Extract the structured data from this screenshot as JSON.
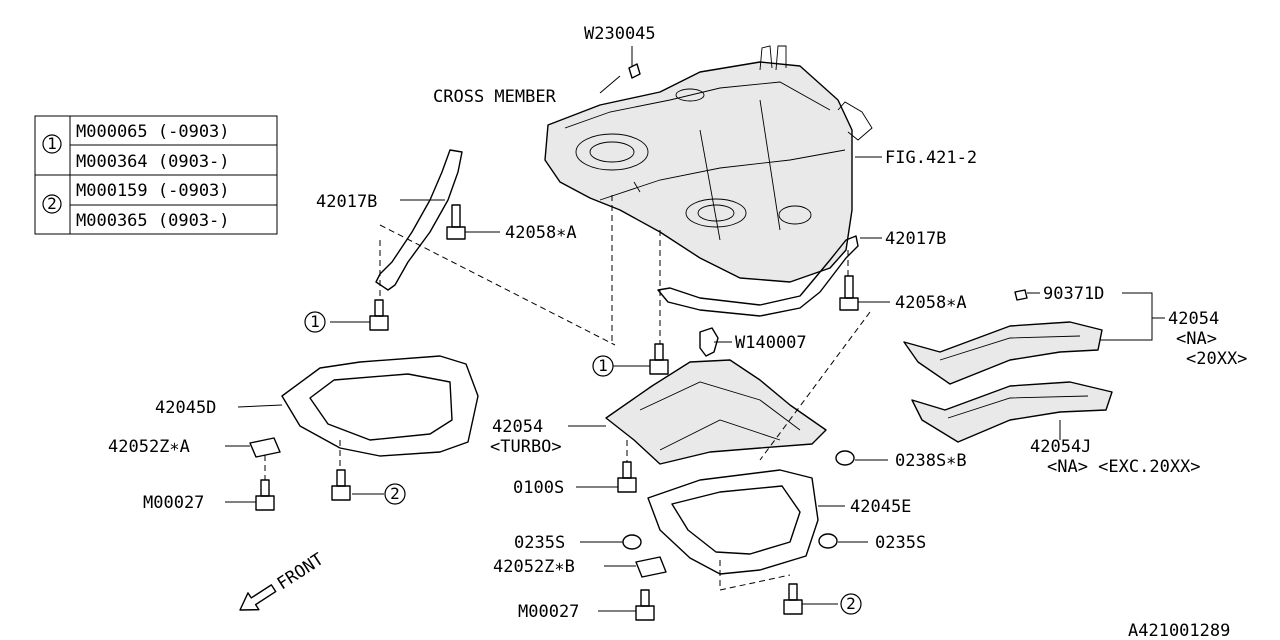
{
  "callout_legend": [
    {
      "num": "1",
      "rows": [
        "M000065 (-0903)",
        "M000364 (0903-)"
      ]
    },
    {
      "num": "2",
      "rows": [
        "M000159 (-0903)",
        "M000365 (0903-)"
      ]
    }
  ],
  "labels": {
    "w230045": "W230045",
    "cross_member": "CRΟSS MEMBER",
    "fig_421_2": "FIG.421-2",
    "p42017b_left": "42017B",
    "p42058a_left": "42058∗A",
    "p42017b_right": "42017B",
    "p42058a_right": "42058∗A",
    "p90371d": "90371D",
    "p42054_na": "42054",
    "na1": "<NA>",
    "yr20xx": "<20XX>",
    "w140007": "W140007",
    "p42045d": "42045D",
    "p42052za": "42052Z∗A",
    "m00027_left": "M00027",
    "p42054_turbo": "42054",
    "turbo": "<TURBΟ>",
    "p0238sb": "0238S∗B",
    "p0100s": "0100S",
    "p42045e": "42045E",
    "p0235s_left": "0235S",
    "p0235s_right": "0235S",
    "p42052zb": "42052Z∗B",
    "m00027_bottom": "M00027",
    "p42054j": "42054J",
    "na_exc": "<NA> <EXC.20XX>",
    "front": "FRONT",
    "diagram_id": "A421001289"
  },
  "callouts": {
    "c1_left": "1",
    "c1_mid": "1",
    "c2_left": "2",
    "c2_bottom": "2"
  }
}
